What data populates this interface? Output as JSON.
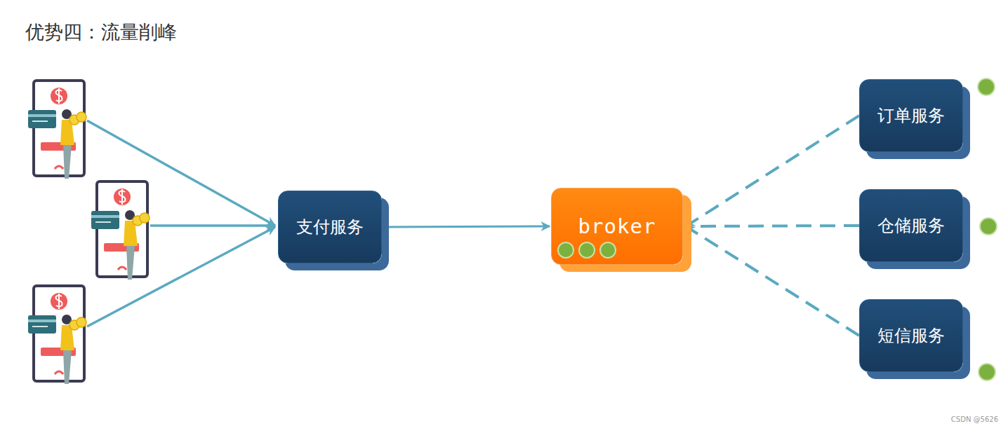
{
  "diagram": {
    "title": "优势四：流量削峰",
    "nodes": [
      {
        "text": [
          "支付服务"
        ]
      },
      {
        "text": [
          "broker"
        ]
      },
      {
        "text": [
          "订单服务"
        ]
      },
      {
        "text": [
          "仓储服务"
        ]
      },
      {
        "text": [
          "短信服务"
        ]
      }
    ],
    "edges": [
      {
        "from": 0,
        "to": 1,
        "arrow": "to"
      },
      {
        "from": 2,
        "to": 1,
        "arrow": "to"
      },
      {
        "from": 3,
        "to": 1,
        "arrow": "to"
      },
      {
        "from": 4,
        "to": 1,
        "arrow": "to"
      }
    ],
    "labels": [
      "CSDN @5626"
    ]
  }
}
